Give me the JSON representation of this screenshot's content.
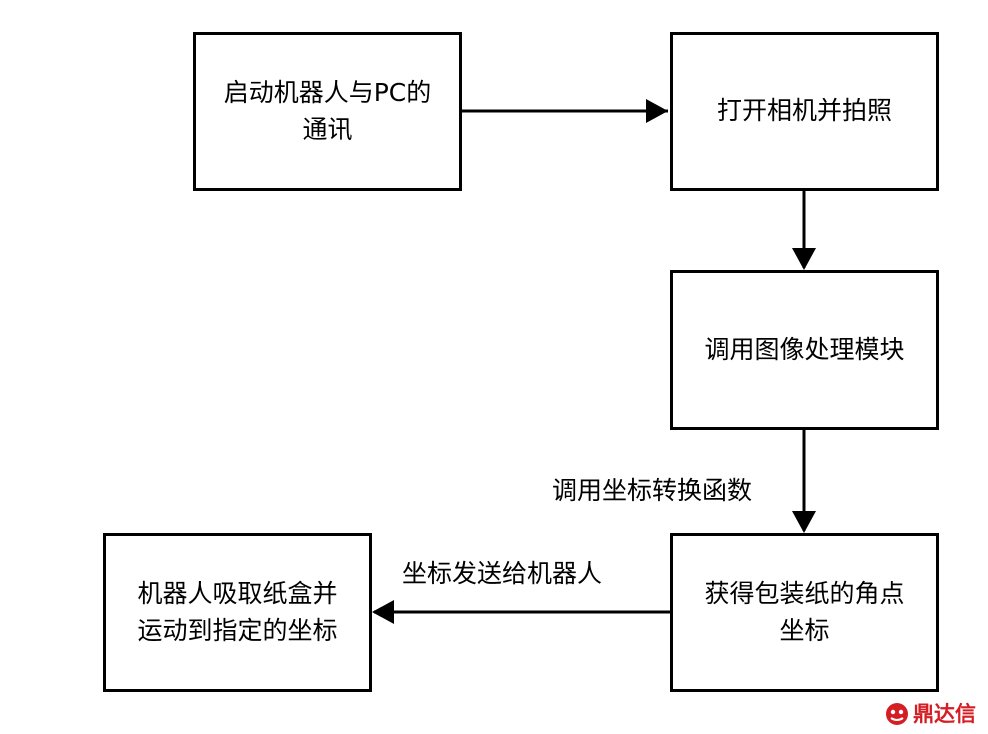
{
  "nodes": {
    "start": {
      "line1": "启动机器人与PC的",
      "line2": "通讯"
    },
    "camera": {
      "line1": "打开相机并拍照"
    },
    "image_module": {
      "line1": "调用图像处理模块"
    },
    "corners": {
      "line1": "获得包装纸的角点",
      "line2": "坐标"
    },
    "pickup": {
      "line1": "机器人吸取纸盒并",
      "line2": "运动到指定的坐标"
    }
  },
  "edges": {
    "transform_label": "调用坐标转换函数",
    "send_label": "坐标发送给机器人"
  },
  "watermark": {
    "text": "鼎达信",
    "icon": "red-logo-seal",
    "color": "#d41e24"
  }
}
